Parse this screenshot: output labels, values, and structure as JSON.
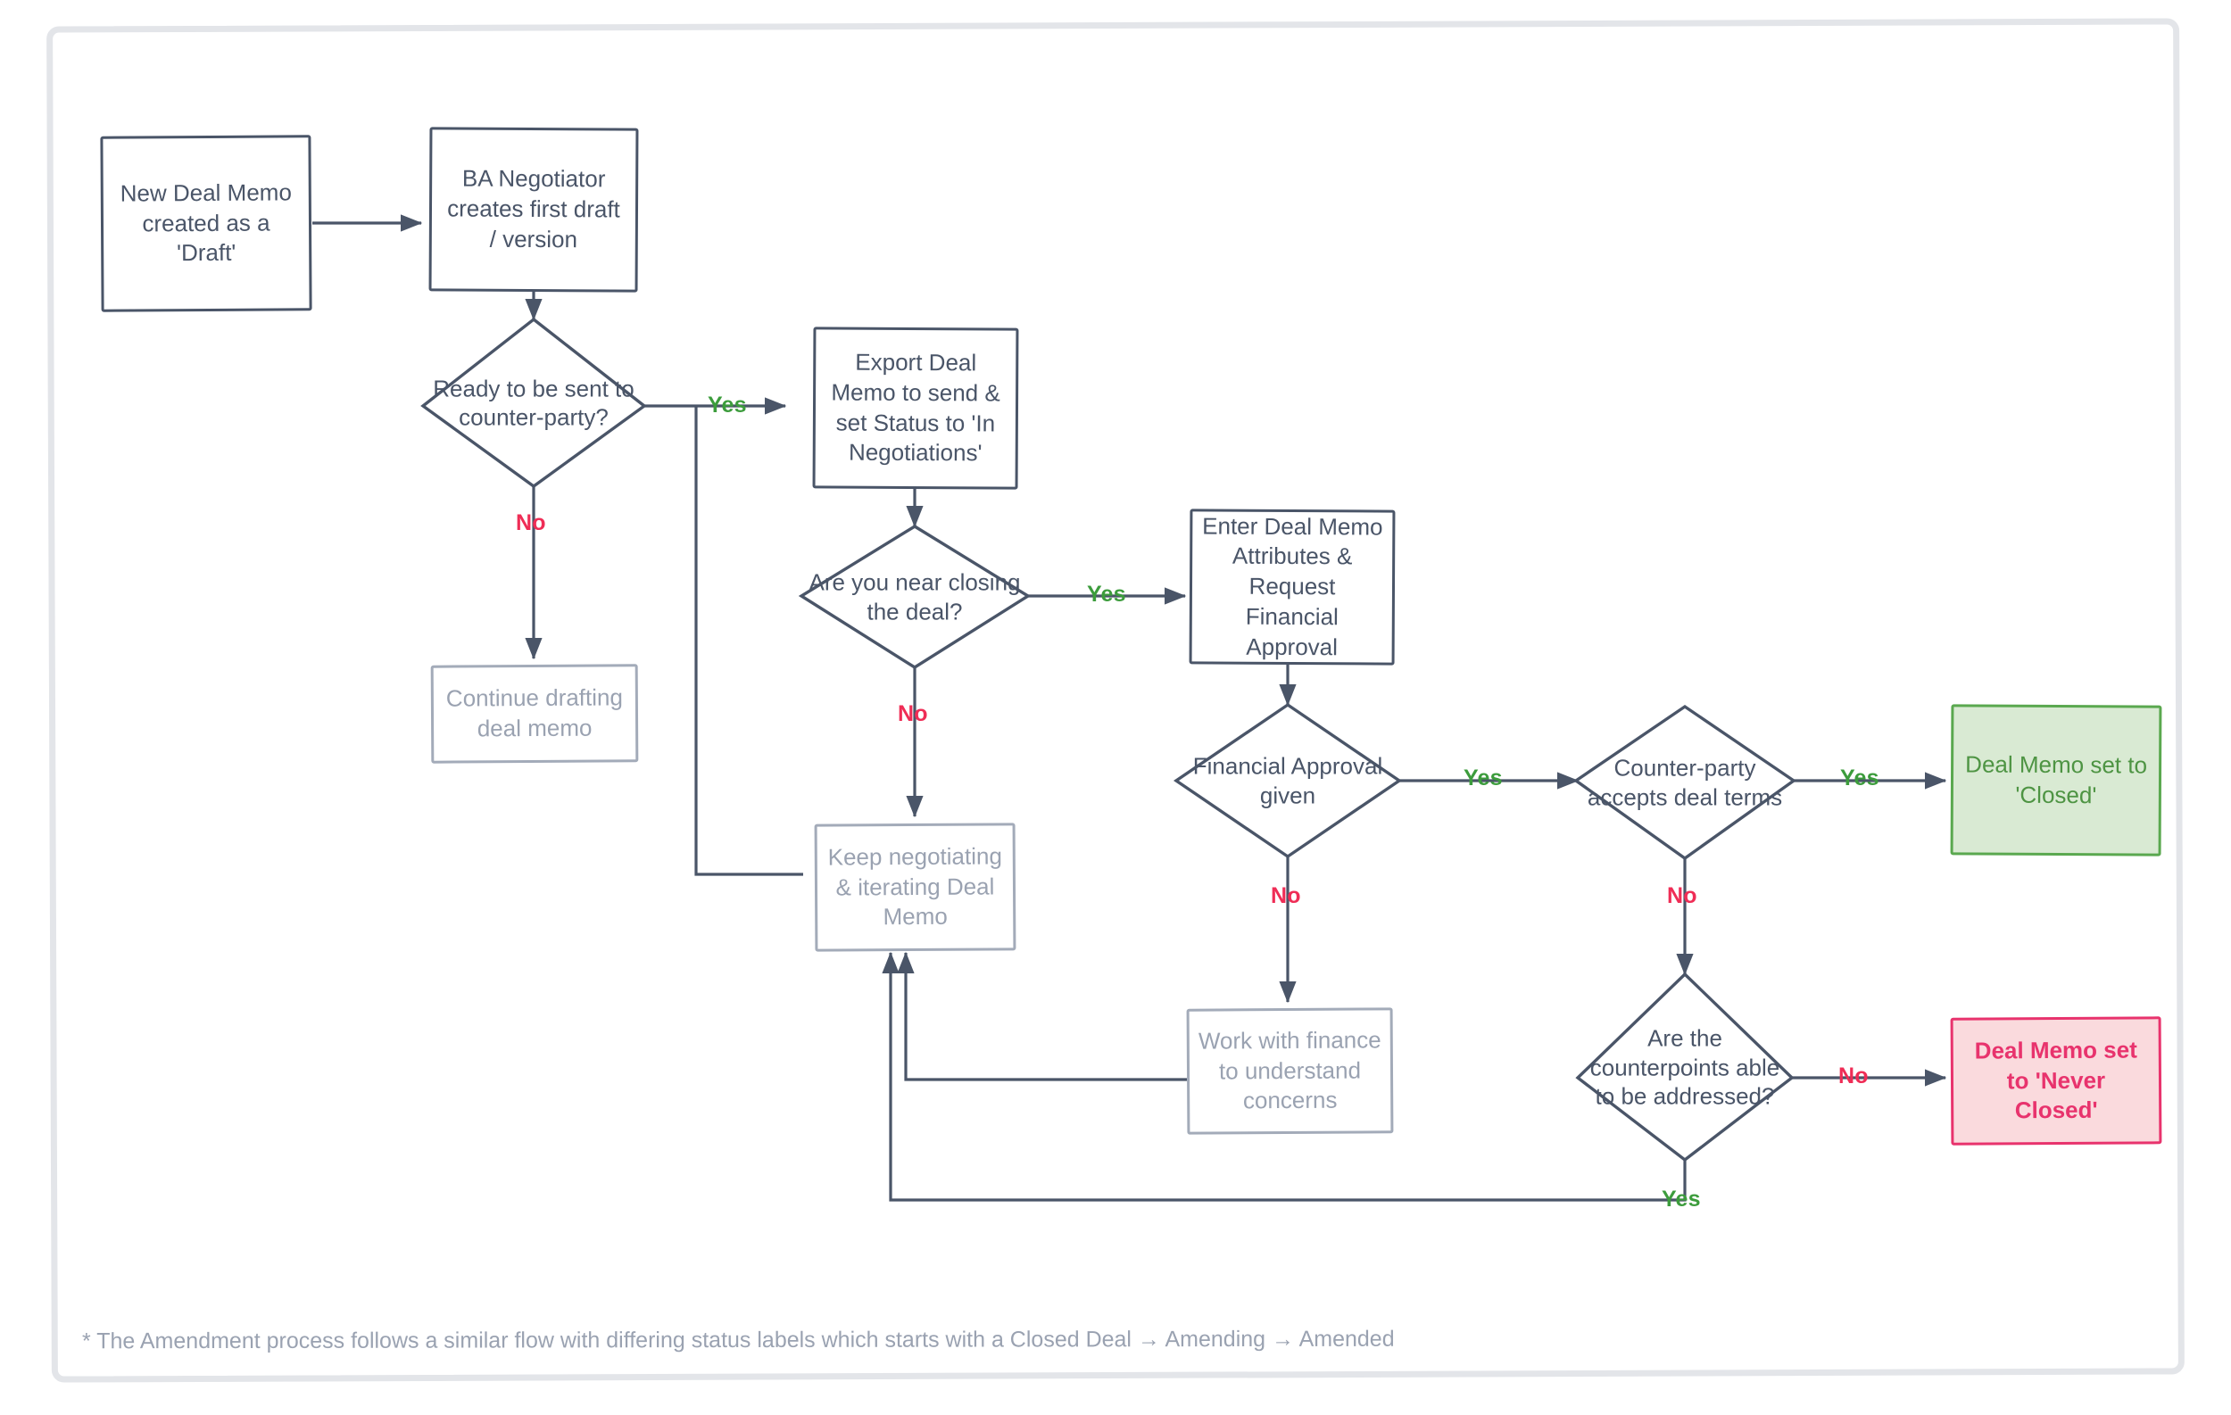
{
  "diagram": {
    "title": "Deal Memo Negotiation Process Flow",
    "footnote": "* The Amendment process follows a similar flow with differing status labels which starts with a Closed Deal → Amending → Amended",
    "colors": {
      "stroke": "#4a5568",
      "muted": "#9aa2b1",
      "yes": "#3c9c3c",
      "no": "#ef2d56",
      "closed_fill": "#d9ead3",
      "closed_border": "#5aa84f",
      "closed_text": "#4e9443",
      "never_closed_fill": "#fadadd",
      "never_closed_border": "#e8336d",
      "never_closed_text": "#e8336d",
      "frame": "#e3e5e9",
      "background": "#ffffff"
    }
  },
  "nodes": {
    "new_deal_memo": "New Deal Memo created as a 'Draft'",
    "ba_negotiator": "BA Negotiator creates first draft / version",
    "ready_to_send": "Ready to be sent to\ncounter-party?",
    "continue_drafting": "Continue drafting deal memo",
    "export_deal_memo": "Export Deal Memo to send & set Status to 'In Negotiations'",
    "near_closing": "Are you near closing\nthe deal?",
    "keep_negotiating": "Keep negotiating & iterating Deal Memo",
    "enter_attributes": "Enter Deal Memo Attributes & Request Financial Approval",
    "financial_approval": "Financial Approval\ngiven",
    "work_with_finance": "Work with finance to understand concerns",
    "counterparty_accepts": "Counter-party\naccepts deal terms",
    "deal_memo_closed": "Deal Memo set to 'Closed'",
    "counterpoints_addressed": "Are the\ncounterpoints able\nto be addressed?",
    "deal_memo_never_closed": "Deal Memo set to 'Never Closed'"
  },
  "edge_labels": {
    "ready_yes": "Yes",
    "ready_no": "No",
    "near_closing_yes": "Yes",
    "near_closing_no": "No",
    "financial_yes": "Yes",
    "financial_no": "No",
    "counterparty_yes": "Yes",
    "counterparty_no": "No",
    "counterpoints_no": "No",
    "counterpoints_yes": "Yes"
  },
  "chart_data": {
    "type": "diagram",
    "flow": [
      {
        "from": "new_deal_memo",
        "to": "ba_negotiator",
        "label": ""
      },
      {
        "from": "ba_negotiator",
        "to": "ready_to_send",
        "label": ""
      },
      {
        "from": "ready_to_send",
        "to": "export_deal_memo",
        "label": "Yes"
      },
      {
        "from": "ready_to_send",
        "to": "continue_drafting",
        "label": "No"
      },
      {
        "from": "ready_to_send",
        "to": "keep_negotiating",
        "label": "Yes"
      },
      {
        "from": "export_deal_memo",
        "to": "near_closing",
        "label": ""
      },
      {
        "from": "near_closing",
        "to": "enter_attributes",
        "label": "Yes"
      },
      {
        "from": "near_closing",
        "to": "keep_negotiating",
        "label": "No"
      },
      {
        "from": "enter_attributes",
        "to": "financial_approval",
        "label": ""
      },
      {
        "from": "financial_approval",
        "to": "counterparty_accepts",
        "label": "Yes"
      },
      {
        "from": "financial_approval",
        "to": "work_with_finance",
        "label": "No"
      },
      {
        "from": "work_with_finance",
        "to": "keep_negotiating",
        "label": ""
      },
      {
        "from": "counterparty_accepts",
        "to": "deal_memo_closed",
        "label": "Yes"
      },
      {
        "from": "counterparty_accepts",
        "to": "counterpoints_addressed",
        "label": "No"
      },
      {
        "from": "counterpoints_addressed",
        "to": "deal_memo_never_closed",
        "label": "No"
      },
      {
        "from": "counterpoints_addressed",
        "to": "keep_negotiating",
        "label": "Yes"
      }
    ]
  }
}
